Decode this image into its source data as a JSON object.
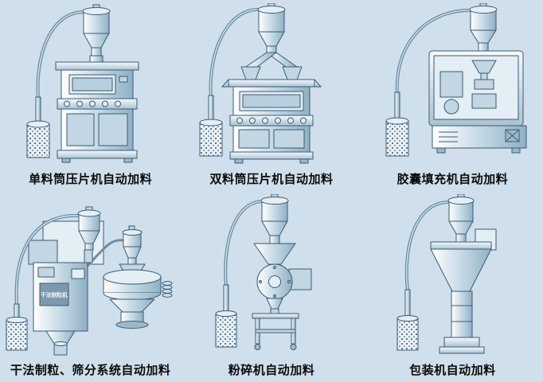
{
  "page": {
    "background_color": "#cfdfeb"
  },
  "cells": [
    {
      "id": "single-press",
      "caption": "单料筒压片机自动加料"
    },
    {
      "id": "double-press",
      "caption": "双料筒压片机自动加料"
    },
    {
      "id": "capsule-filler",
      "caption": "胶囊填充机自动加料"
    },
    {
      "id": "granulation-sieving",
      "caption": "干法制粒、筛分系统自动加料",
      "machine_label": "干法制粒机"
    },
    {
      "id": "crusher",
      "caption": "粉碎机自动加料"
    },
    {
      "id": "packaging",
      "caption": "包装机自动加料"
    }
  ]
}
